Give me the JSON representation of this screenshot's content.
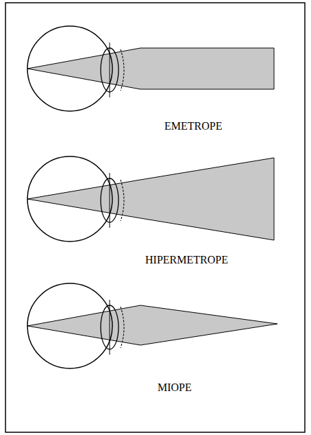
{
  "diagram": {
    "labels": [
      "EMETROPE",
      "HIPERMETROPE",
      "MIOPE"
    ]
  }
}
